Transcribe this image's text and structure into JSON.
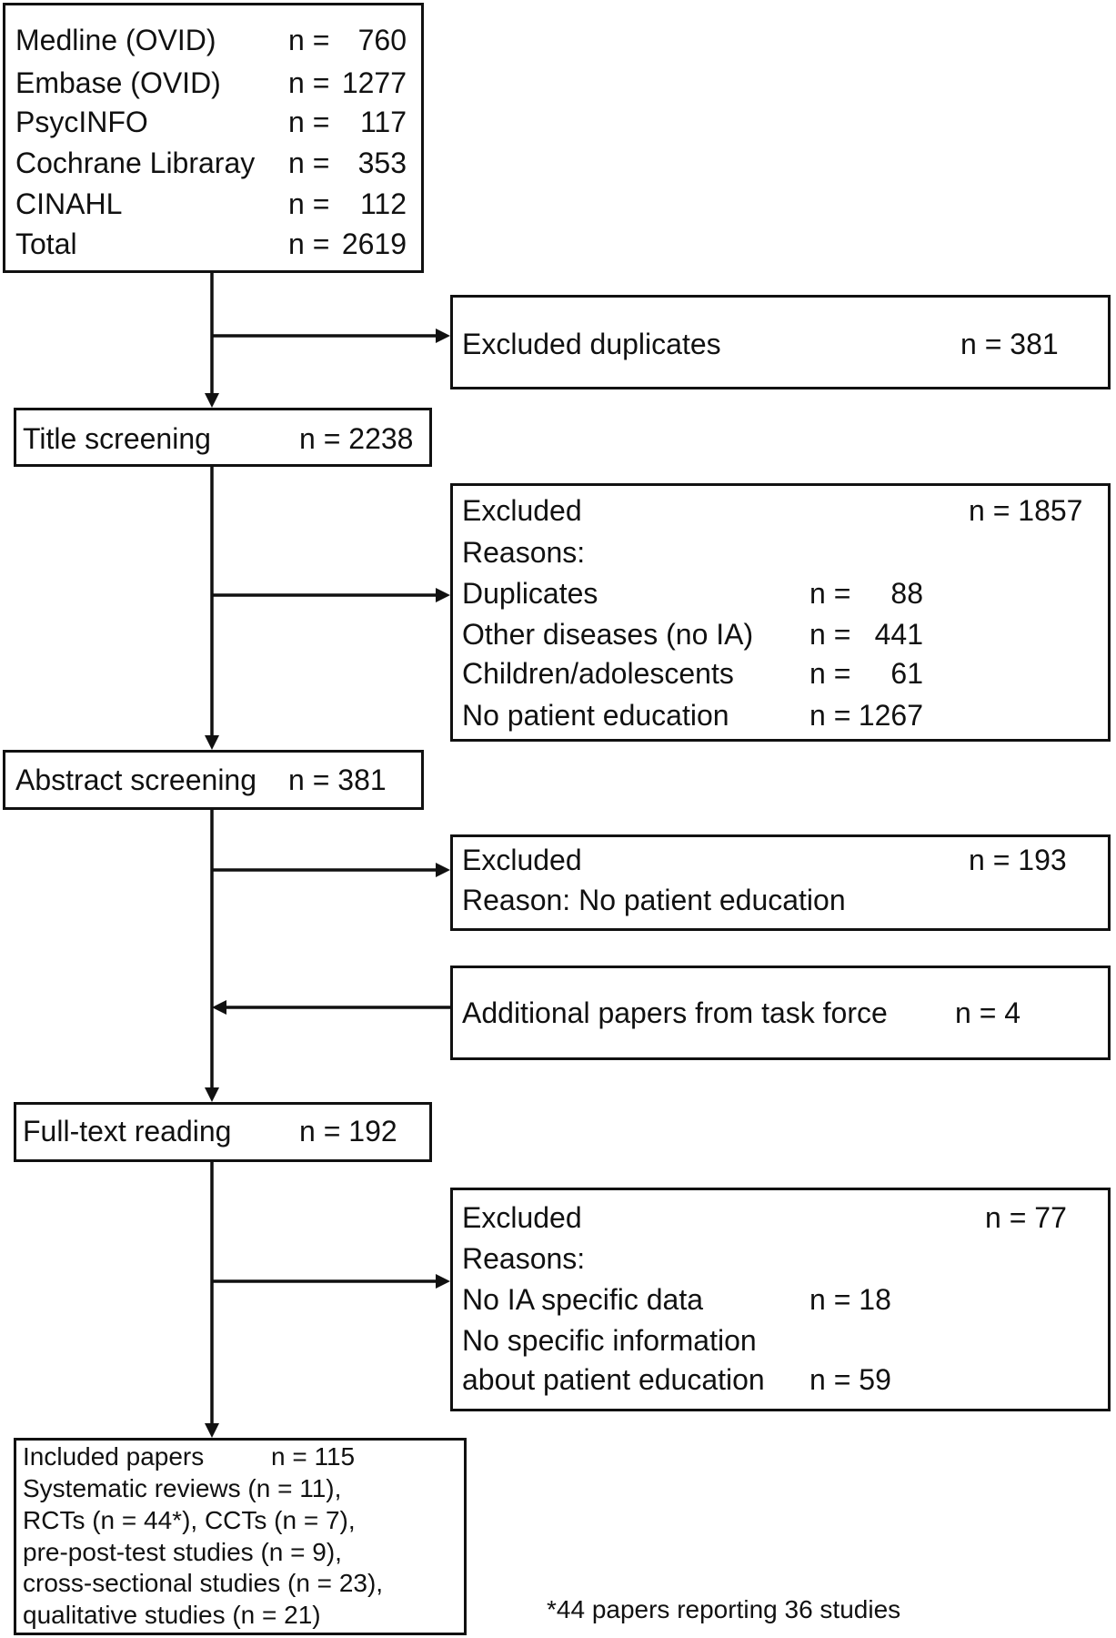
{
  "sources": {
    "rows": [
      {
        "label": "Medline (OVID)",
        "n_label": "n =",
        "value": "760"
      },
      {
        "label": "Embase (OVID)",
        "n_label": "n =",
        "value": "1277"
      },
      {
        "label": "PsycINFO",
        "n_label": "n =",
        "value": "117"
      },
      {
        "label": "Cochrane Libraray",
        "n_label": "n =",
        "value": "353"
      },
      {
        "label": "CINAHL",
        "n_label": "n =",
        "value": "112"
      },
      {
        "label": "Total",
        "n_label": "n =",
        "value": "2619"
      }
    ]
  },
  "excluded_duplicates": {
    "label": "Excluded duplicates",
    "count": "n = 381"
  },
  "title_screening": {
    "label": "Title screening",
    "count": "n = 2238"
  },
  "title_excluded": {
    "label": "Excluded",
    "count": "n = 1857",
    "reasons_label": "Reasons:",
    "reasons": [
      {
        "label": "Duplicates",
        "n_label": "n =",
        "value": "88"
      },
      {
        "label": "Other diseases (no IA)",
        "n_label": "n =",
        "value": "441"
      },
      {
        "label": "Children/adolescents",
        "n_label": "n =",
        "value": "61"
      },
      {
        "label": "No patient education",
        "n_label": "n =",
        "value": "1267"
      }
    ]
  },
  "abstract_screening": {
    "label": "Abstract screening",
    "count": "n = 381"
  },
  "abstract_excluded": {
    "label": "Excluded",
    "count": "n = 193",
    "reason": "Reason: No patient education"
  },
  "additional_papers": {
    "label": "Additional papers from task force",
    "count": "n = 4"
  },
  "fulltext_reading": {
    "label": "Full-text reading",
    "count": "n = 192"
  },
  "fulltext_excluded": {
    "label": "Excluded",
    "count": "n = 77",
    "reasons_label": "Reasons:",
    "reasons": [
      {
        "label": "No IA specific data",
        "count": "n = 18"
      },
      {
        "label": "No specific information"
      },
      {
        "label": "about patient education",
        "count": "n = 59"
      }
    ]
  },
  "included": {
    "label": "Included papers",
    "count": "n = 115",
    "lines": [
      "Systematic reviews (n = 11),",
      "RCTs (n = 44*), CCTs (n = 7),",
      "pre-post-test studies (n = 9),",
      "cross-sectional studies (n = 23),",
      "qualitative studies (n = 21)"
    ]
  },
  "footnote": "*44 papers reporting 36 studies"
}
